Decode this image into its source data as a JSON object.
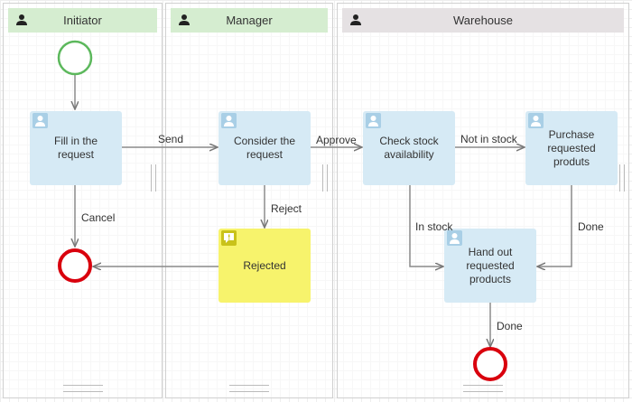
{
  "lanes": [
    {
      "title": "Initiator",
      "header_color": "#d5edd0"
    },
    {
      "title": "Manager",
      "header_color": "#d5edd0"
    },
    {
      "title": "Warehouse",
      "header_color": "#e5e1e3"
    }
  ],
  "tasks": {
    "fill_request": "Fill in the request",
    "consider_request": "Consider the request",
    "check_stock": "Check stock availability",
    "purchase": "Purchase requested produts",
    "hand_out": "Hand out requested products",
    "rejected": "Rejected"
  },
  "flows": {
    "send": "Send",
    "cancel": "Cancel",
    "approve": "Approve",
    "reject": "Reject",
    "not_in_stock": "Not in stock",
    "in_stock": "In stock",
    "done_purchase": "Done",
    "done_handout": "Done"
  },
  "colors": {
    "start_event": "#5cb85c",
    "end_event": "#d9000d",
    "task_fill": "#d6eaf5",
    "task_icon": "#a9cfe6",
    "warning_fill": "#f7f36c",
    "warning_icon": "#c9c21a",
    "arrow": "#777777"
  },
  "icons": {
    "lane_header": "person-icon",
    "task": "user-task-icon",
    "rejected": "message-alert-icon"
  }
}
